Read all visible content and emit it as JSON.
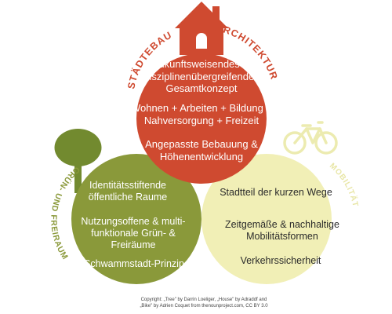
{
  "colors": {
    "red": "#cf4a30",
    "green": "#8a993a",
    "yellow": "#f1efb6",
    "dark_green": "#728a2f",
    "bike": "#ecebb0",
    "yellow_label": "#e8e6a6"
  },
  "icons": {
    "house": "house-icon",
    "tree": "tree-icon",
    "bike": "bicycle-icon"
  },
  "labels": {
    "staedtebau": "STÄDTEBAU",
    "architektur": "ARCHITEKTUR",
    "gruen": "GRÜN- UND FREIRAUM",
    "mobilitaet": "MOBILITÄT"
  },
  "red": {
    "line1": "zukunftsweisendes &",
    "line2": "disziplinenübergreifendes",
    "line3": "Gesamtkonzept",
    "line4": "Wohnen + Arbeiten + Bildung +",
    "line5": "Nahversorgung + Freizeit",
    "line6": "Angepasste Bebauung &",
    "line7": "Höhenentwicklung"
  },
  "green": {
    "line1": "Identitätsstiftende",
    "line2": "öffentliche Raume",
    "line3": "Nutzungsoffene  & multi-",
    "line4": "funktionale Grün- & Freiräume",
    "line5": "Schwammstadt-Prinzip"
  },
  "yellow": {
    "line1": "Stadtteil der kurzen Wege",
    "line2": "Zeitgemäße & nachhaltige",
    "line3": "Mobilitätsformen",
    "line4": "Verkehrssicherheit"
  },
  "copyright": {
    "line1": "Copyright: „Tree\" by Darrin Loeliger, „House\" by Adraddf and",
    "line2": "„Bike\" by Adrien Coquet from thenounproject.com, CC BY 3.0"
  }
}
